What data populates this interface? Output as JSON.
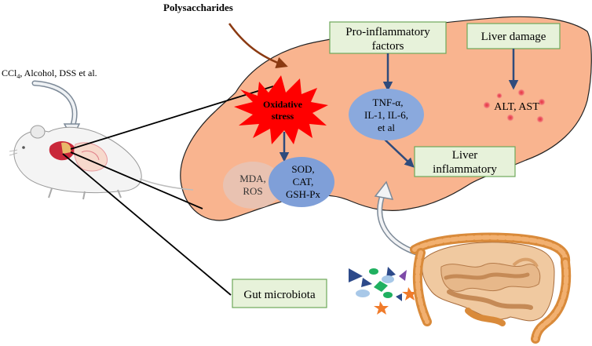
{
  "labels": {
    "polysaccharides": "Polysaccharides",
    "inducers_prefix": "CCl",
    "inducers_subscript": "4",
    "inducers_suffix": ", Alcohol, DSS et al.",
    "pro_inflammatory_line1": "Pro-inflammatory",
    "pro_inflammatory_line2": "factors",
    "liver_damage": "Liver damage",
    "oxidative_line1": "Oxidative",
    "oxidative_line2": "stress",
    "cytokines_line1": "TNF-α,",
    "cytokines_line2": "IL-1, IL-6,",
    "cytokines_line3": "et al",
    "alt_ast": "ALT, AST",
    "mda_line1": "MDA,",
    "mda_line2": "ROS",
    "sod_line1": "SOD,",
    "sod_line2": "CAT,",
    "sod_line3": "GSH-Px",
    "liver_inflammatory_line1": "Liver",
    "liver_inflammatory_line2": "inflammatory",
    "gut_microbiota": "Gut microbiota"
  },
  "colors": {
    "liver": "#f9b48f",
    "liver_stroke": "#222222",
    "box_fill": "#e7f2da",
    "box_stroke": "#6ea85a",
    "arrow_blue": "#2f4b7c",
    "cytokine_ellipse": "#8aa9dd",
    "sod_ellipse": "#7f9fd8",
    "mda_ellipse": "#e9c2b1",
    "burst_red": "#ff0000",
    "dot_red": "#e5333e"
  }
}
